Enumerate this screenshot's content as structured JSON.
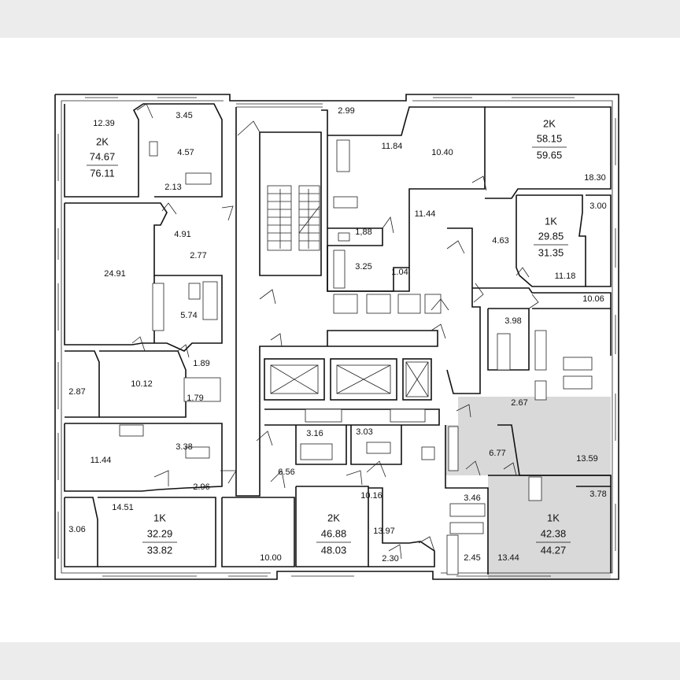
{
  "colors": {
    "background": "#ececec",
    "paper": "#ffffff",
    "wall": "#111111",
    "highlight": "#d9d9d9"
  },
  "apartments": [
    {
      "id": "a1",
      "type": "2K",
      "living": "74.67",
      "total": "76.11"
    },
    {
      "id": "a2",
      "type": "2K",
      "living": "58.15",
      "total": "59.65"
    },
    {
      "id": "a3",
      "type": "1K",
      "living": "29.85",
      "total": "31.35"
    },
    {
      "id": "a4",
      "type": "1K",
      "living": "32.29",
      "total": "33.82"
    },
    {
      "id": "a5",
      "type": "2K",
      "living": "46.88",
      "total": "48.03"
    },
    {
      "id": "a6",
      "type": "1K",
      "living": "42.38",
      "total": "44.27"
    }
  ],
  "rooms": [
    "12.39",
    "3.45",
    "4.57",
    "2.13",
    "2.99",
    "11.84",
    "10.40",
    "18.30",
    "3.00",
    "11.44",
    "4.63",
    "11.18",
    "24.91",
    "4.91",
    "2.77",
    "1,88",
    "3.25",
    "1.04",
    "5.74",
    "10.06",
    "3.98",
    "2.87",
    "10.12",
    "1.89",
    "1.79",
    "2.67",
    "11.44",
    "3.38",
    "3.16",
    "3.03",
    "6.77",
    "13.59",
    "6.56",
    "2.96",
    "10.16",
    "14.51",
    "3.46",
    "3.78",
    "3.06",
    "13.97",
    "10.00",
    "2.30",
    "2.45",
    "13.44"
  ]
}
